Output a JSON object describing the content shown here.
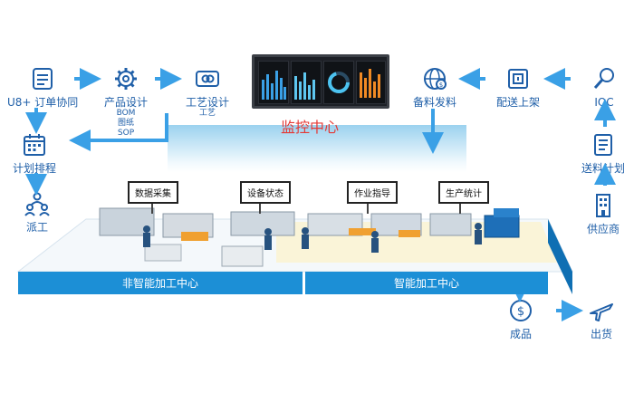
{
  "left_flow": {
    "order_label": "U8+ 订单协同",
    "product_design_label": "产品设计",
    "product_design_sub": [
      "BOM",
      "图纸",
      "SOP"
    ],
    "process_design_label": "工艺设计",
    "process_design_sub": "工艺",
    "planning_label": "计划排程",
    "dispatch_label": "派工"
  },
  "right_flow": {
    "iqc_label": "IQC",
    "delivery_label": "配送上架",
    "material_issue_label": "备料发料",
    "material_plan_label": "送料计划",
    "supplier_label": "供应商"
  },
  "monitor_center": {
    "title": "监控中心"
  },
  "stations": [
    "数据采集",
    "设备状态",
    "作业指导",
    "生产统计"
  ],
  "bands": {
    "non_smart": "非智能加工中心",
    "smart": "智能加工中心"
  },
  "output_flow": {
    "finished_label": "成品",
    "shipping_label": "出货"
  },
  "colors": {
    "primary_blue": "#1c8fd6",
    "label_blue": "#1f5fa8",
    "alert_red": "#e53935",
    "arrow_blue": "#3aa0e6"
  }
}
